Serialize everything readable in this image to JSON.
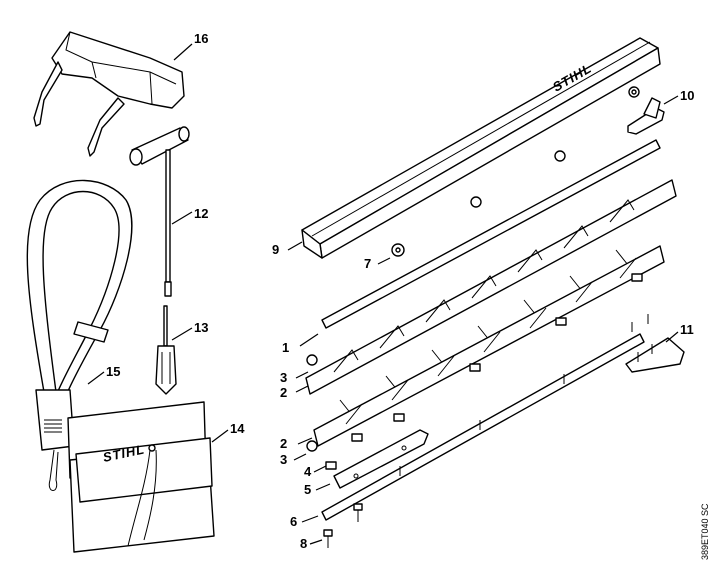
{
  "diagram": {
    "brand": "STIHL",
    "drawing_code": "389ET040 SC",
    "callouts": [
      "1",
      "2",
      "2",
      "3",
      "3",
      "4",
      "5",
      "6",
      "7",
      "8",
      "9",
      "10",
      "11",
      "12",
      "13",
      "14",
      "15",
      "16"
    ]
  }
}
